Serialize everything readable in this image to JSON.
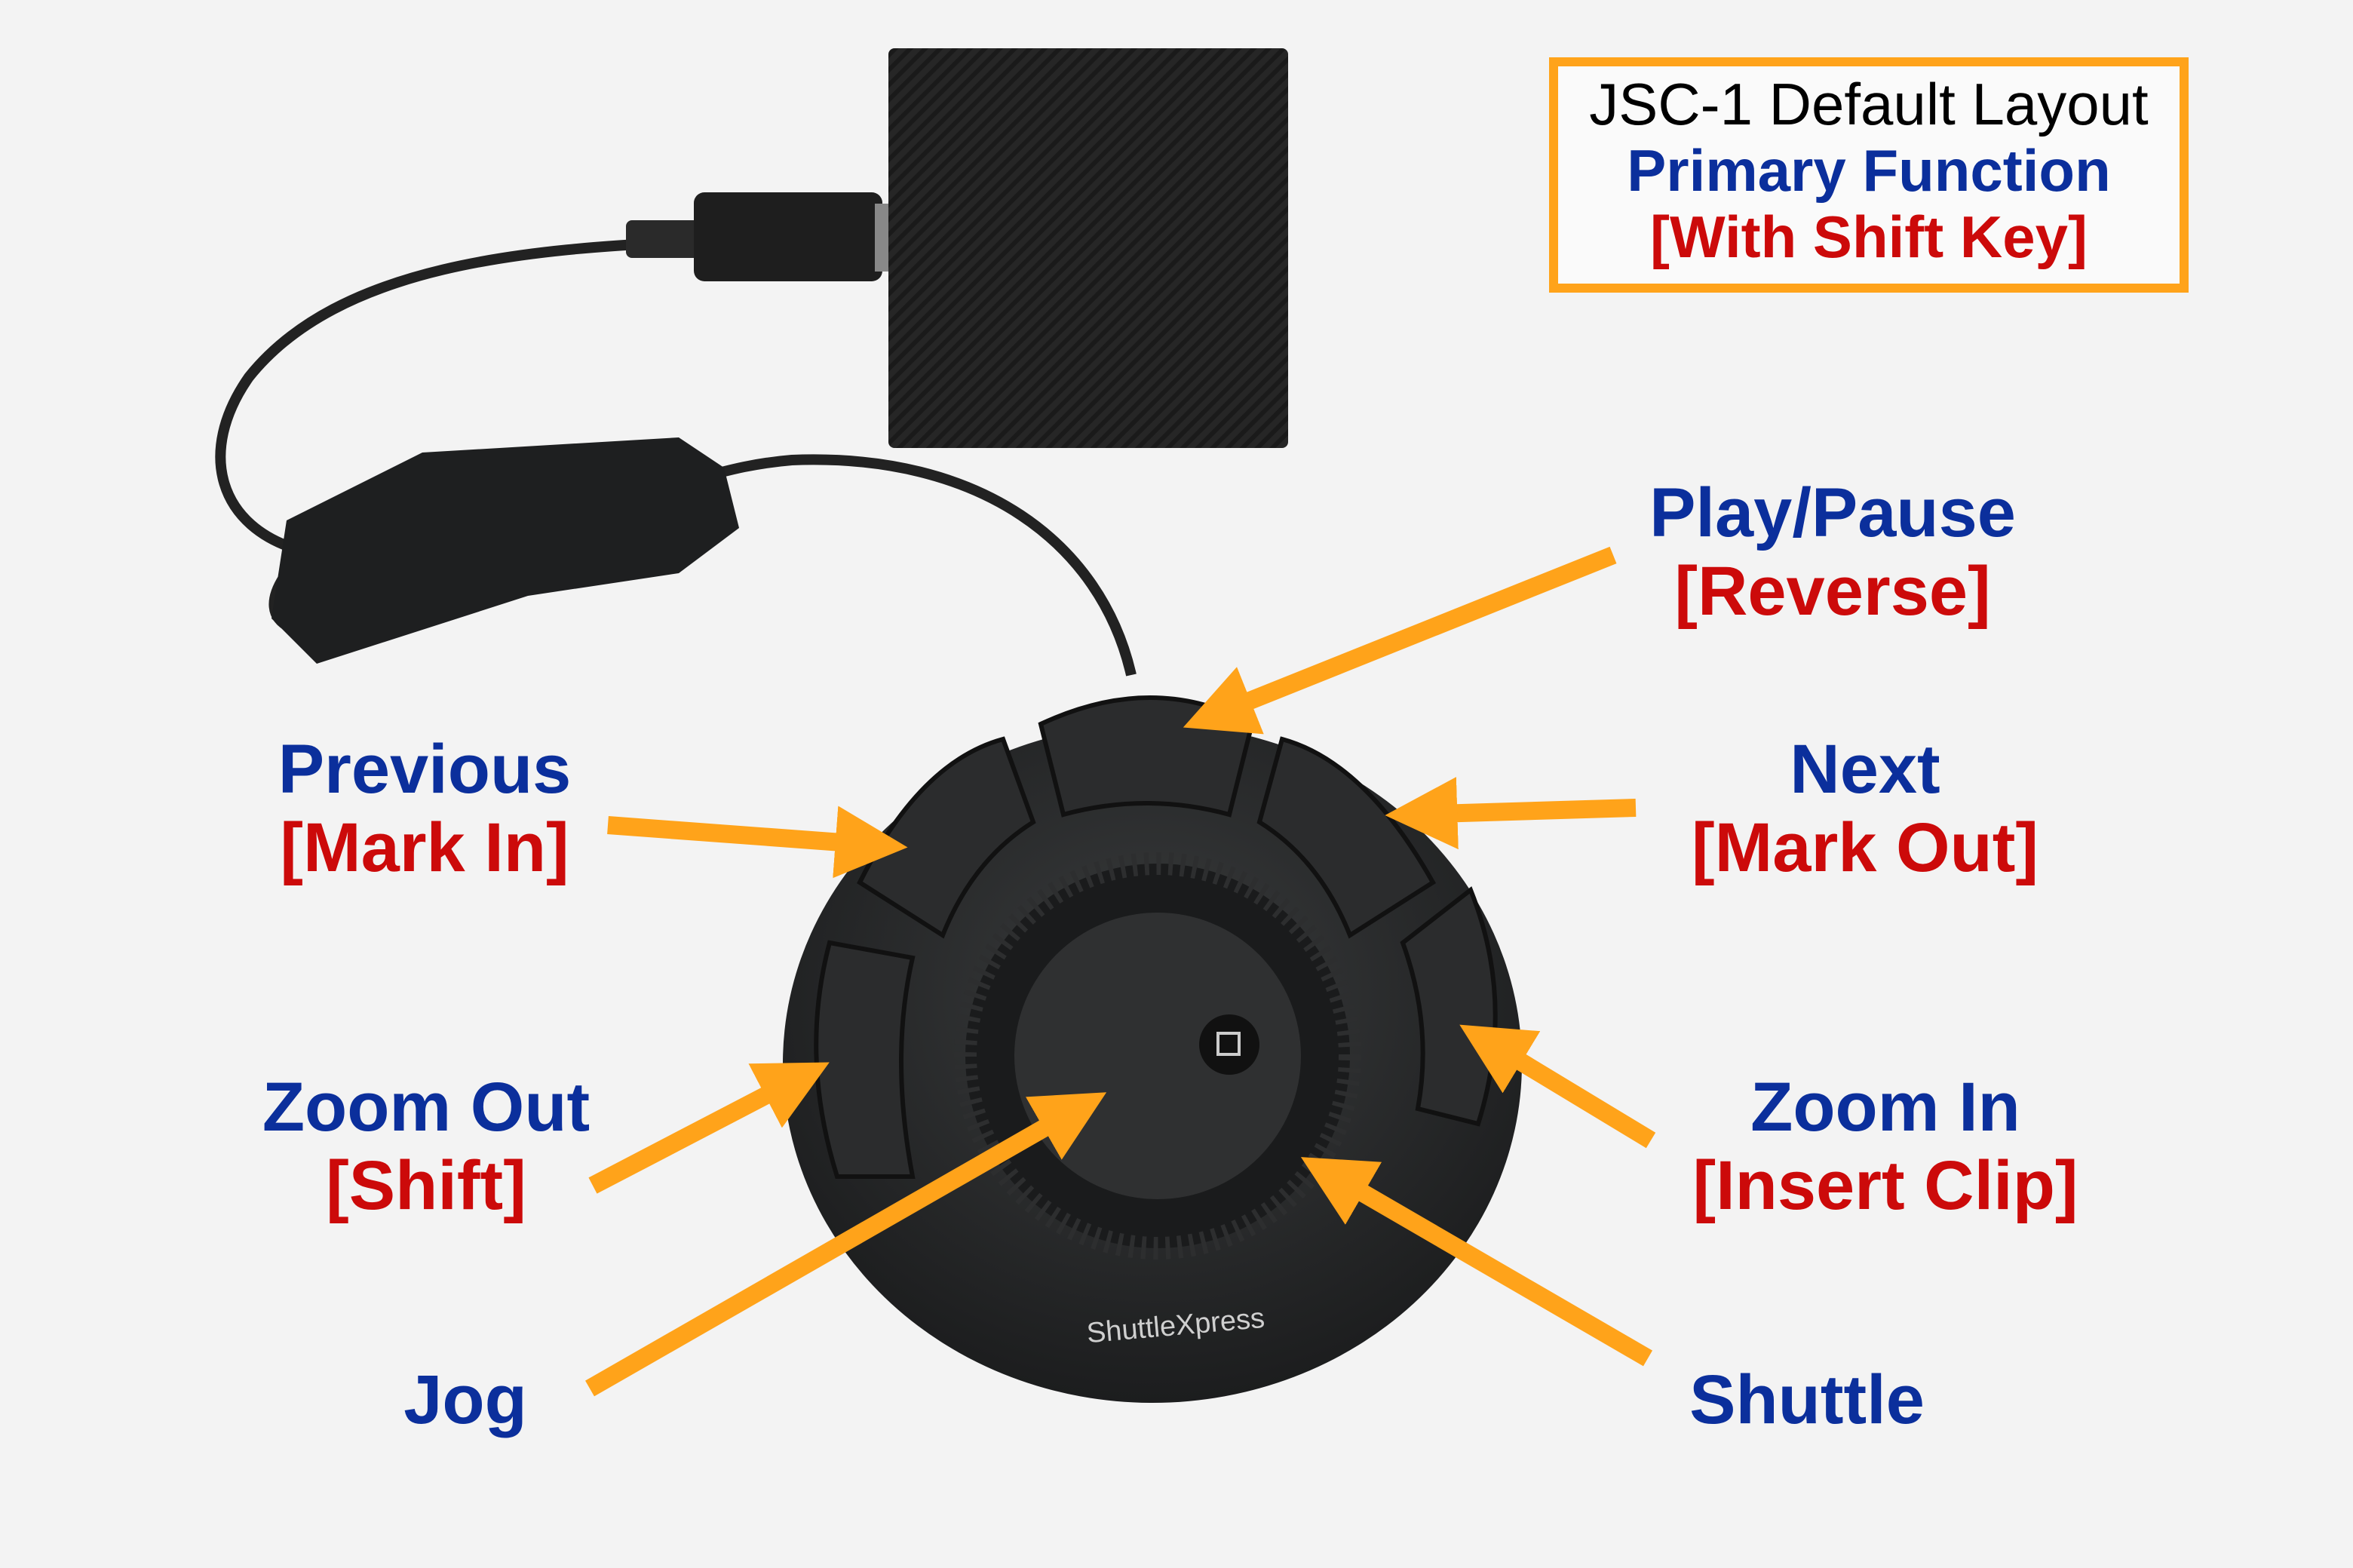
{
  "legend": {
    "title": "JSC-1 Default Layout",
    "primary": "Primary Function",
    "shift": "[With Shift Key]"
  },
  "device_brand": "ShuttleXpress",
  "labels": {
    "play_pause": {
      "primary": "Play/Pause",
      "shift": "[Reverse]"
    },
    "previous": {
      "primary": "Previous",
      "shift": "[Mark In]"
    },
    "next": {
      "primary": "Next",
      "shift": "[Mark Out]"
    },
    "zoom_out": {
      "primary": "Zoom Out",
      "shift": "[Shift]"
    },
    "zoom_in": {
      "primary": "Zoom In",
      "shift": "[Insert Clip]"
    },
    "jog": {
      "primary": "Jog"
    },
    "shuttle": {
      "primary": "Shuttle"
    }
  },
  "colors": {
    "primary": "#0b2f9c",
    "shift": "#cc0a0a",
    "arrow": "#ffa31a",
    "background": "#f3f3f3"
  }
}
